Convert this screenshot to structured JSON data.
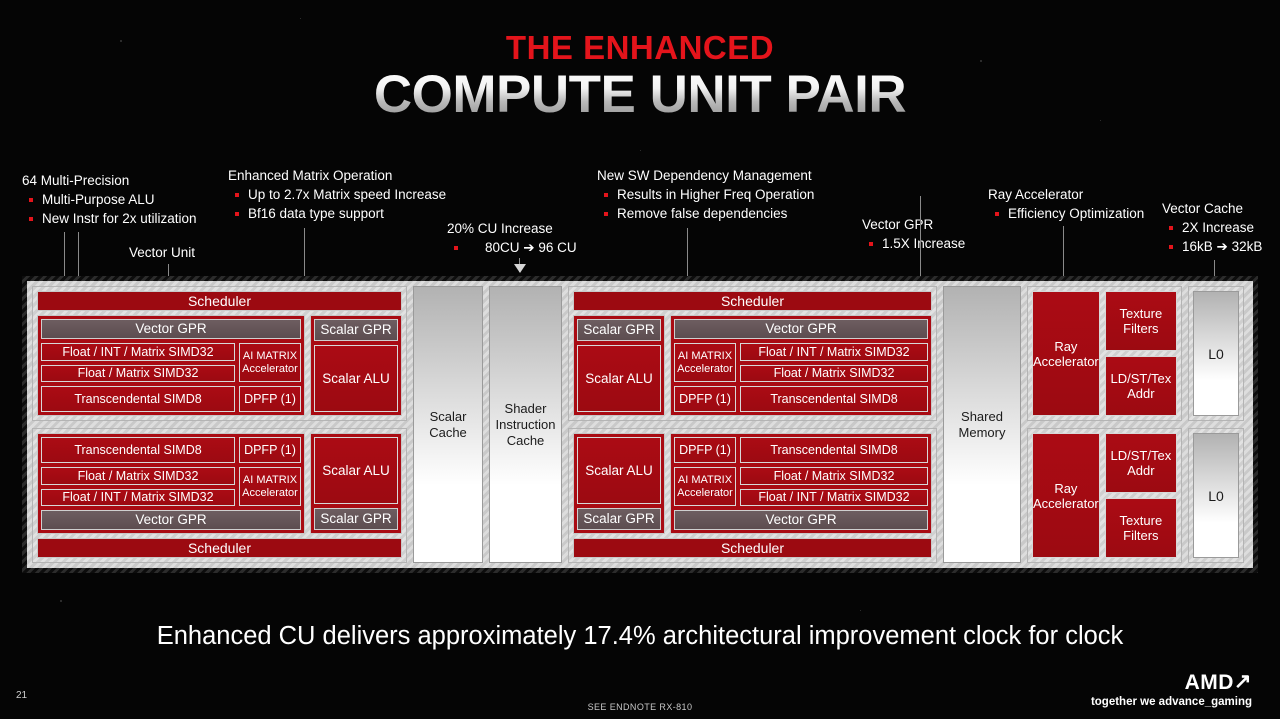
{
  "title": {
    "line1": "THE ENHANCED",
    "line2": "COMPUTE UNIT PAIR",
    "accent_color": "#e4141b"
  },
  "annotations": [
    {
      "id": "multi-precision",
      "heading": "64 Multi-Precision",
      "bullets": [
        "Multi-Purpose ALU",
        "New Instr for 2x utilization"
      ]
    },
    {
      "id": "vector-unit-label",
      "heading": "Vector Unit",
      "bullets": []
    },
    {
      "id": "enhanced-matrix-operation",
      "heading": "Enhanced Matrix Operation",
      "bullets": [
        "Up to 2.7x Matrix speed Increase",
        "Bf16 data type support"
      ]
    },
    {
      "id": "cu-increase",
      "heading": "20% CU Increase",
      "bullets": [
        "80CU ➔ 96 CU"
      ]
    },
    {
      "id": "sw-dependency",
      "heading": "New SW Dependency Management",
      "bullets": [
        "Results in Higher Freq Operation",
        "Remove false dependencies"
      ]
    },
    {
      "id": "vector-gpr",
      "heading": "Vector GPR",
      "bullets": [
        "1.5X Increase"
      ]
    },
    {
      "id": "ray-accelerator",
      "heading": "Ray Accelerator",
      "bullets": [
        "Efficiency Optimization"
      ]
    },
    {
      "id": "vector-cache",
      "heading": "Vector Cache",
      "bullets": [
        "2X Increase",
        "16kB ➔ 32kB"
      ]
    }
  ],
  "diagram": {
    "left_cu": {
      "top": {
        "scheduler": "Scheduler",
        "vector_gpr": "Vector GPR",
        "simd_rows": [
          "Float / INT / Matrix SIMD32",
          "Float / Matrix SIMD32"
        ],
        "transcendental": "Transcendental SIMD8",
        "ai_matrix": "AI MATRIX Accelerator",
        "dpfp": "DPFP (1)",
        "scalar_gpr": "Scalar GPR",
        "scalar_alu": "Scalar ALU"
      },
      "bottom": {
        "scheduler": "Scheduler",
        "vector_gpr": "Vector GPR",
        "simd_rows": [
          "Float / Matrix SIMD32",
          "Float / INT / Matrix SIMD32"
        ],
        "transcendental": "Transcendental SIMD8",
        "ai_matrix": "AI MATRIX Accelerator",
        "dpfp": "DPFP (1)",
        "scalar_gpr": "Scalar GPR",
        "scalar_alu": "Scalar ALU"
      }
    },
    "scalar_cache": "Scalar Cache",
    "shader_instruction_cache": "Shader Instruction Cache",
    "right_cu": {
      "top": {
        "scheduler": "Scheduler",
        "vector_gpr": "Vector GPR",
        "simd_rows": [
          "Float / INT / Matrix SIMD32",
          "Float / Matrix SIMD32"
        ],
        "transcendental": "Transcendental SIMD8",
        "ai_matrix": "AI MATRIX Accelerator",
        "dpfp": "DPFP (1)",
        "scalar_gpr": "Scalar GPR",
        "scalar_alu": "Scalar ALU"
      },
      "bottom": {
        "scheduler": "Scheduler",
        "vector_gpr": "Vector GPR",
        "simd_rows": [
          "Float / Matrix SIMD32",
          "Float / INT / Matrix SIMD32"
        ],
        "transcendental": "Transcendental SIMD8",
        "ai_matrix": "AI MATRIX Accelerator",
        "dpfp": "DPFP (1)",
        "scalar_gpr": "Scalar GPR",
        "scalar_alu": "Scalar ALU"
      }
    },
    "shared_memory": "Shared Memory",
    "ray_accelerator": "Ray Accelerator",
    "texture_filters": "Texture Filters",
    "ldst_tex_addr": "LD/ST/Tex Addr",
    "l0": "L0"
  },
  "caption": "Enhanced CU delivers approximately 17.4% architectural improvement clock for clock",
  "footer": {
    "page_number": "21",
    "endnote": "SEE ENDNOTE RX-810",
    "logo_name": "AMD",
    "logo_tagline": "together we advance_gaming"
  }
}
